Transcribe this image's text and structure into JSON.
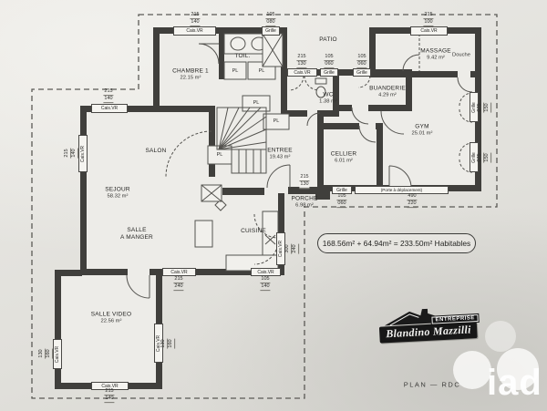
{
  "plan": {
    "title": "PLAN — RDC",
    "total_area": "168.56m² + 64.94m² = 233.50m² Habitables",
    "watermark": "iad",
    "logo": {
      "top": "ENTREPRISE",
      "name": "Blandino Mazzilli"
    },
    "closet_label": "PL",
    "rooms": [
      {
        "name": "CHAMBRE 1",
        "area": "22.15 m²"
      },
      {
        "name": "TOIL."
      },
      {
        "name": "PATIO"
      },
      {
        "name": "MASSAGE",
        "area": "9.42 m²"
      },
      {
        "name": "Douche"
      },
      {
        "name": "WC",
        "area": "1.38 m²"
      },
      {
        "name": "BUANDERIE",
        "area": "4.29 m²"
      },
      {
        "name": "GYM",
        "area": "25.01 m²"
      },
      {
        "name": "CELLIER",
        "area": "6.01 m²"
      },
      {
        "name": "ENTREE",
        "area": "19.43 m²"
      },
      {
        "name": "SALON"
      },
      {
        "name": "SEJOUR",
        "area": "58.32 m²"
      },
      {
        "name": "SALLE\nA MANGER"
      },
      {
        "name": "CUISINE"
      },
      {
        "name": "PORCHE",
        "area": "6.98 m²"
      },
      {
        "name": "SALLE VIDEO",
        "area": "22.56 m²"
      }
    ],
    "openings": [
      {
        "label": "Cais.VR",
        "w": "215",
        "h": "140"
      },
      {
        "label": "Grille",
        "w": "105",
        "h": "080"
      },
      {
        "label": "Cais.VR",
        "w": "215",
        "h": "130"
      },
      {
        "label": "Grille",
        "w": "105",
        "h": "060"
      },
      {
        "label": "Grille",
        "w": "105",
        "h": "060"
      },
      {
        "label": "Cais.VR",
        "w": "215",
        "h": "100"
      },
      {
        "label": "Grille",
        "w": "075",
        "h": "150"
      },
      {
        "label": "Grille",
        "w": "075",
        "h": "150"
      },
      {
        "label": "Grille",
        "w": "105",
        "h": "060"
      },
      {
        "label": "(Porte à déplacement)",
        "w": "490",
        "h": "220"
      },
      {
        "label": "Cais.VR",
        "w": "215",
        "h": "140"
      },
      {
        "label": "Cais.VR",
        "w": "215",
        "h": "140"
      },
      {
        "label": "Cais.VR",
        "w": "215",
        "h": "240"
      },
      {
        "label": "Cais.VR",
        "w": "105",
        "h": "140"
      },
      {
        "label": "Cais.VR",
        "w": "300",
        "h": "240"
      },
      {
        "label": "Cais.VR",
        "w": "130",
        "h": "160"
      },
      {
        "label": "Cais.VR",
        "w": "130",
        "h": "160"
      },
      {
        "label": "Cais.VR",
        "w": "215",
        "h": "140"
      }
    ],
    "porch_door_dims": {
      "w": "215",
      "h": "130"
    },
    "colors": {
      "wall": "#403f3c",
      "line": "#54534f",
      "paper": "#e4e3df"
    }
  }
}
